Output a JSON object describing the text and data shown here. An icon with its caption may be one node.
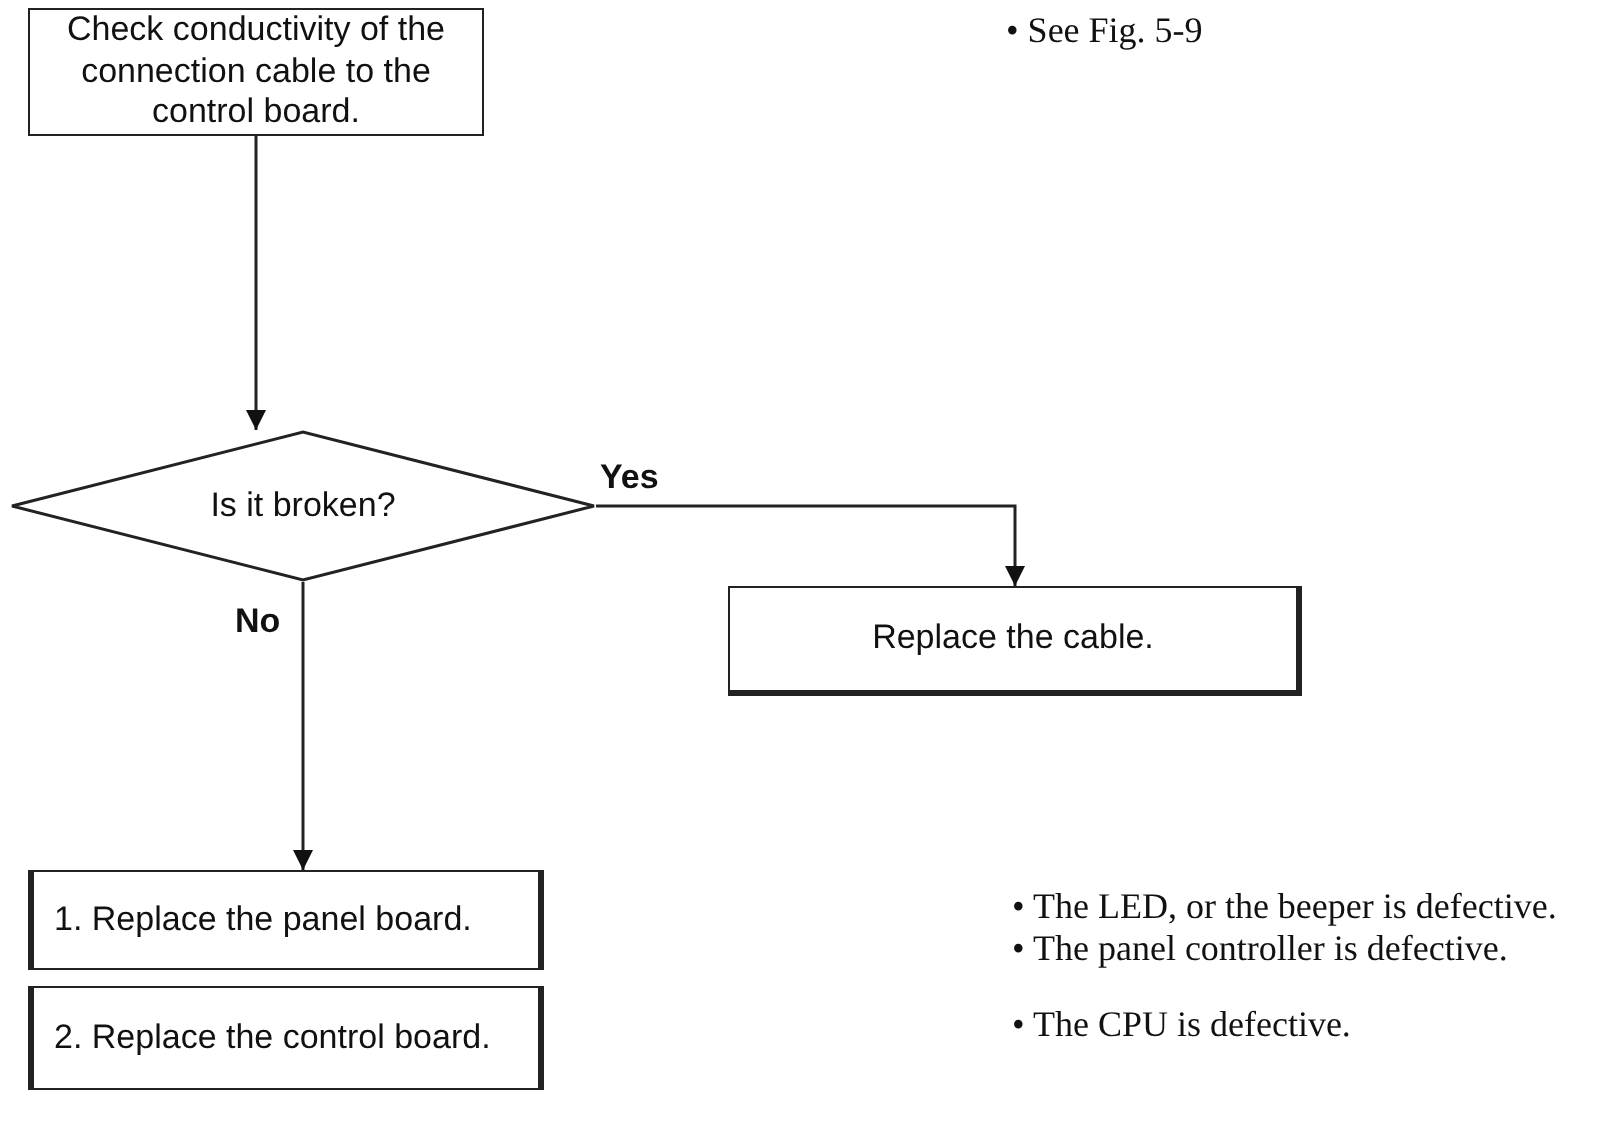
{
  "diagram": {
    "nodes": [
      {
        "text": [
          "Check conductivity of the connection cable to the control board."
        ]
      },
      {
        "text": [
          "Is it broken?"
        ]
      },
      {
        "text": [
          "Replace the cable."
        ]
      },
      {
        "text": [
          "1. Replace the panel board."
        ]
      },
      {
        "text": [
          "2. Replace the control board."
        ]
      }
    ],
    "edges": [
      {
        "from": 0,
        "to": 1,
        "arrow": "to"
      },
      {
        "from": 1,
        "to": 2,
        "arrow": "to",
        "label": "Yes"
      },
      {
        "from": 1,
        "to": 3,
        "arrow": "to",
        "label": "No"
      }
    ],
    "labels": [
      "• See Fig. 5-9",
      "• The LED, or the beeper is defective.",
      "• The panel controller is defective.",
      "• The CPU is defective."
    ]
  }
}
